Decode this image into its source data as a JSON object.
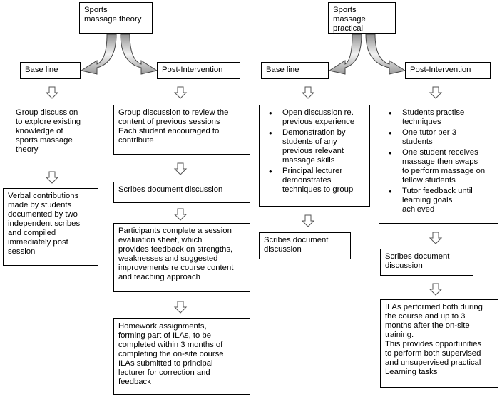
{
  "theory": {
    "top": "Sports\nmassage theory",
    "baseline": {
      "header": "Base line",
      "steps": [
        "Group discussion\nto explore existing\nknowledge of\nsports massage\ntheory",
        "Verbal contributions\nmade by students\ndocumented by two\nindependent scribes\nand compiled\nimmediately post\nsession"
      ]
    },
    "post": {
      "header": "Post-Intervention",
      "steps": [
        "Group discussion to review the\ncontent of previous sessions\nEach student encouraged to\ncontribute",
        "Scribes document discussion",
        "Participants complete a session\nevaluation sheet, which\nprovides feedback on strengths,\nweaknesses and suggested\nimprovements re course content\nand teaching approach",
        "Homework assignments,\nforming part of ILAs, to be\ncompleted within 3 months of\ncompleting the on-site course\nILAs submitted to principal\nlecturer for correction and\nfeedback"
      ]
    }
  },
  "practical": {
    "top": "Sports massage\npractical",
    "baseline": {
      "header": "Base line",
      "bullets": [
        "Open discussion re.\nprevious experience",
        "Demonstration by\nstudents of any\nprevious relevant\nmassage skills",
        "Principal lecturer\ndemonstrates\ntechniques to group"
      ],
      "steps": [
        "Scribes document\ndiscussion"
      ]
    },
    "post": {
      "header": "Post-Intervention",
      "bullets": [
        "Students practise\ntechniques",
        "One tutor per 3\nstudents",
        "One student receives\nmassage then swaps\nto perform massage on\nfellow students",
        "Tutor feedback until\nlearning goals\nachieved"
      ],
      "steps": [
        "Scribes document\ndiscussion",
        "ILAs performed both during\nthe course and up to 3\nmonths after the on-site\ntraining.\nThis provides opportunities\nto perform both supervised\nand unsupervised practical\nLearning tasks"
      ]
    }
  }
}
